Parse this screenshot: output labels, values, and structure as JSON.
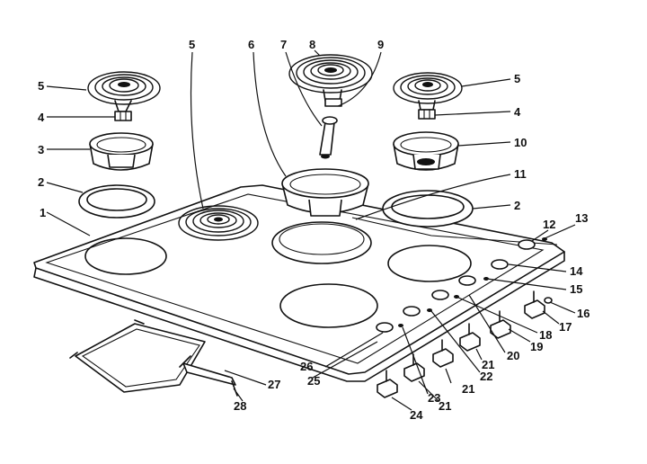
{
  "diagram": {
    "callouts": [
      "1",
      "2",
      "2",
      "3",
      "4",
      "4",
      "5",
      "5",
      "5",
      "6",
      "7",
      "8",
      "9",
      "10",
      "11",
      "12",
      "13",
      "14",
      "15",
      "16",
      "17",
      "18",
      "19",
      "20",
      "21",
      "21",
      "21",
      "22",
      "23",
      "24",
      "25",
      "26",
      "27",
      "28"
    ]
  }
}
